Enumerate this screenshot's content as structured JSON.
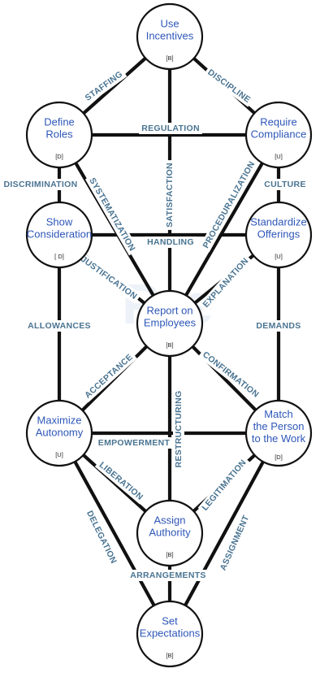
{
  "nodes": [
    {
      "id": "incentives",
      "lines": [
        "Use",
        "Incentives"
      ],
      "tag": "[B]"
    },
    {
      "id": "roles",
      "lines": [
        "Define",
        "Roles"
      ],
      "tag": "[D]"
    },
    {
      "id": "compliance",
      "lines": [
        "Require",
        "Compliance"
      ],
      "tag": "[U]"
    },
    {
      "id": "consideration",
      "lines": [
        "Show",
        "Consideration"
      ],
      "tag": "[ D]"
    },
    {
      "id": "offerings",
      "lines": [
        "Standardize",
        "Offerings"
      ],
      "tag": "[U]"
    },
    {
      "id": "report",
      "lines": [
        "Report on",
        "Employees"
      ],
      "tag": "[B]"
    },
    {
      "id": "autonomy",
      "lines": [
        "Maximize",
        "Autonomy"
      ],
      "tag": "[U]"
    },
    {
      "id": "match",
      "lines": [
        "Match",
        "the Person",
        "to the Work"
      ],
      "tag": "[D]"
    },
    {
      "id": "authority",
      "lines": [
        "Assign",
        "Authority"
      ],
      "tag": "[B]"
    },
    {
      "id": "expectations",
      "lines": [
        "Set",
        "Expectations"
      ],
      "tag": "[B]"
    }
  ],
  "edges": [
    {
      "from": "incentives",
      "to": "roles",
      "label": "STAFFING"
    },
    {
      "from": "incentives",
      "to": "compliance",
      "label": "DISCIPLINE"
    },
    {
      "from": "roles",
      "to": "compliance",
      "label": "REGULATION"
    },
    {
      "from": "incentives",
      "to": "report",
      "label": "SATISFACTION"
    },
    {
      "from": "roles",
      "to": "consideration",
      "label": "DISCRIMINATION"
    },
    {
      "from": "compliance",
      "to": "offerings",
      "label": "CULTURE"
    },
    {
      "from": "roles",
      "to": "report",
      "label": "SYSTEMATIZATION"
    },
    {
      "from": "compliance",
      "to": "report",
      "label": "PROCEDURALIZATION"
    },
    {
      "from": "consideration",
      "to": "offerings",
      "label": "HANDLING"
    },
    {
      "from": "consideration",
      "to": "report",
      "label": "JUSTIFICATION"
    },
    {
      "from": "offerings",
      "to": "report",
      "label": "EXPLANATION"
    },
    {
      "from": "consideration",
      "to": "autonomy",
      "label": "ALLOWANCES"
    },
    {
      "from": "offerings",
      "to": "match",
      "label": "DEMANDS"
    },
    {
      "from": "report",
      "to": "autonomy",
      "label": "ACCEPTANCE"
    },
    {
      "from": "report",
      "to": "match",
      "label": "CONFIRMATION"
    },
    {
      "from": "report",
      "to": "authority",
      "label": "RESTRUCTURING"
    },
    {
      "from": "autonomy",
      "to": "match",
      "label": "EMPOWERMENT"
    },
    {
      "from": "autonomy",
      "to": "authority",
      "label": "LIBERATION"
    },
    {
      "from": "match",
      "to": "authority",
      "label": "LEGITIMATION"
    },
    {
      "from": "autonomy",
      "to": "expectations",
      "label": "DELEGATION"
    },
    {
      "from": "match",
      "to": "expectations",
      "label": "ASSIGNMENT"
    },
    {
      "from": "authority",
      "to": "expectations",
      "label": "ARRANGEMENTS"
    }
  ],
  "watermark": "Pre"
}
